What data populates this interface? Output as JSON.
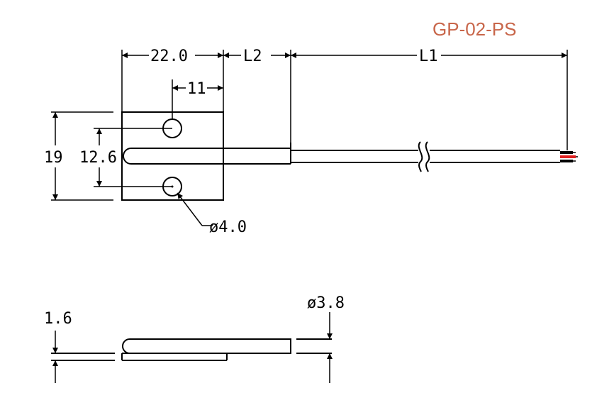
{
  "title": "GP-02-PS",
  "colors": {
    "title": "#c8664a",
    "line": "#000000",
    "wire_red": "#e02020"
  },
  "dimensions": {
    "pad_width": "22.0",
    "l2": "L2",
    "l1": "L1",
    "hole_spacing_horizontal": "11",
    "pad_height": "19",
    "hole_spacing_vertical": "12.6",
    "hole_diameter": "ø4.0",
    "thickness": "1.6",
    "cable_diameter": "ø3.8"
  }
}
